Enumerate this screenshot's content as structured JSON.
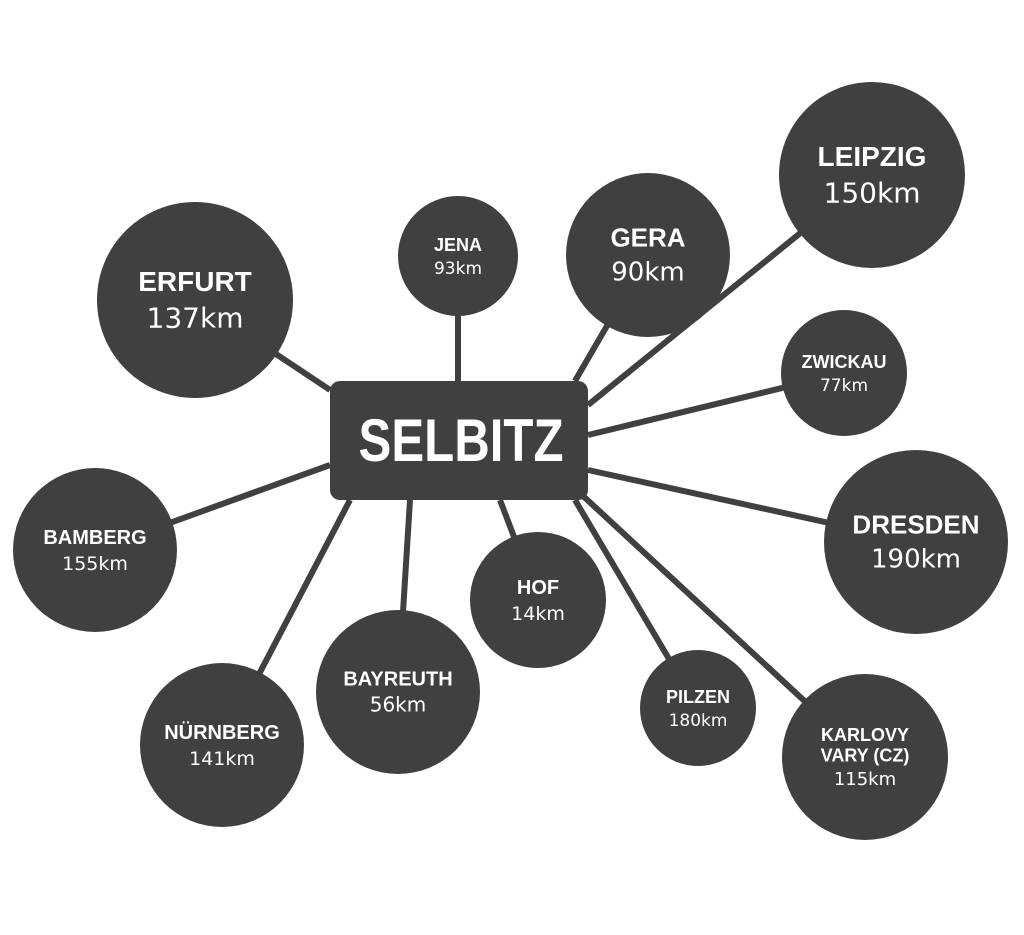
{
  "center": {
    "label": "SELBITZ"
  },
  "colors": {
    "node": "#404040",
    "text": "#ffffff",
    "background": "#ffffff"
  },
  "destinations": [
    {
      "name": "ERFURT",
      "distance": "137km"
    },
    {
      "name": "JENA",
      "distance": "93km"
    },
    {
      "name": "GERA",
      "distance": "90km"
    },
    {
      "name": "LEIPZIG",
      "distance": "150km"
    },
    {
      "name": "ZWICKAU",
      "distance": "77km"
    },
    {
      "name": "DRESDEN",
      "distance": "190km"
    },
    {
      "name": "KARLOVY VARY (CZ)",
      "name_lines": [
        "KARLOVY",
        "VARY (CZ)"
      ],
      "distance": "115km"
    },
    {
      "name": "PILZEN",
      "distance": "180km"
    },
    {
      "name": "HOF",
      "distance": "14km"
    },
    {
      "name": "BAYREUTH",
      "distance": "56km"
    },
    {
      "name": "NÜRNBERG",
      "distance": "141km"
    },
    {
      "name": "BAMBERG",
      "distance": "155km"
    }
  ]
}
